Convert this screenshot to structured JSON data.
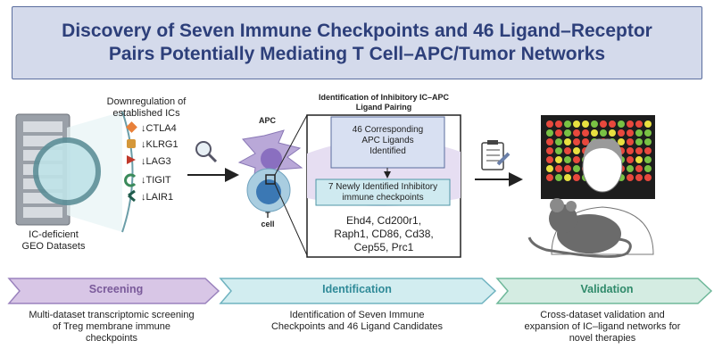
{
  "title": {
    "line1": "Discovery of Seven Immune Checkpoints and 46 Ligand–Receptor",
    "line2": "Pairs Potentially Mediating T Cell–APC/Tumor Networks"
  },
  "datasets": {
    "label_line1": "IC-deficient",
    "label_line2": "GEO Datasets",
    "downregulation_line1": "Downregulation of",
    "downregulation_line2": "established ICs",
    "ics": [
      "↓CTLA4",
      "↓KLRG1",
      "↓LAG3",
      "↓TIGIT",
      "↓LAIR1"
    ]
  },
  "cells": {
    "apc_label": "APC",
    "t_cell_label": "T\ncell"
  },
  "identification_panel": {
    "header_line1": "Identification of Inhibitory IC–APC",
    "header_line2": "Ligand Pairing",
    "ligands_line1": "46  Corresponding",
    "ligands_line2": "APC Ligands",
    "ligands_line3": "Identified",
    "checkpoints_line1": "7  Newly Identified Inhibitory",
    "checkpoints_line2": "immune checkpoints",
    "genes_line1": "Ehd4, Cd200r1,",
    "genes_line2": "Raph1, CD86, Cd38,",
    "genes_line3": "Cep55, Prc1"
  },
  "stages": [
    {
      "label": "Screening",
      "desc_line1": "Multi-dataset transcriptomic screening",
      "desc_line2": "of Treg membrane immune",
      "desc_line3": "checkpoints"
    },
    {
      "label": "Identification",
      "desc_line1": "Identification of Seven Immune",
      "desc_line2": "Checkpoints and 46 Ligand Candidates",
      "desc_line3": ""
    },
    {
      "label": "Validation",
      "desc_line1": "Cross-dataset validation and",
      "desc_line2": "expansion of IC–ligand networks for",
      "desc_line3": "novel therapies"
    }
  ],
  "colors": {
    "title_bg": "#d4daeb",
    "title_text": "#2d3f7a",
    "screening": "#d8c6e6",
    "identification": "#d2edf0",
    "validation": "#d4ece2",
    "heatmap_red": "#e8483d",
    "heatmap_green": "#79c244",
    "heatmap_yellow": "#e8e040"
  },
  "heatmap": [
    [
      "r",
      "r",
      "g",
      "y",
      "y",
      "g",
      "r",
      "r",
      "g",
      "r",
      "r",
      "y"
    ],
    [
      "g",
      "r",
      "g",
      "r",
      "r",
      "y",
      "g",
      "y",
      "r",
      "r",
      "g",
      "g"
    ],
    [
      "r",
      "g",
      "y",
      "r",
      "r",
      "g",
      "r",
      "g",
      "y",
      "r",
      "g",
      "g"
    ],
    [
      "r",
      "g",
      "r",
      "y",
      "r",
      "r",
      "g",
      "y",
      "r",
      "r",
      "r",
      "r"
    ],
    [
      "r",
      "y",
      "g",
      "r",
      "g",
      "r",
      "g",
      "r",
      "g",
      "r",
      "y",
      "g"
    ],
    [
      "y",
      "r",
      "r",
      "g",
      "r",
      "y",
      "g",
      "y",
      "r",
      "g",
      "r",
      "g"
    ],
    [
      "r",
      "g",
      "y",
      "r",
      "g",
      "r",
      "y",
      "r",
      "g",
      "r",
      "r",
      "r"
    ]
  ]
}
